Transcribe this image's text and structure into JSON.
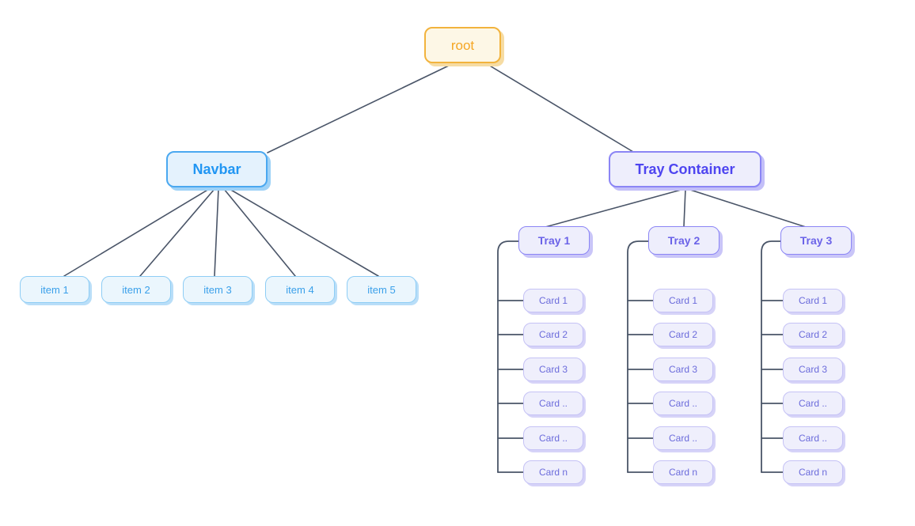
{
  "diagram": {
    "title": "component-tree",
    "background": "#ffffff",
    "edge_color": "#4a5568",
    "nodes": {
      "root": {
        "label": "root",
        "fill": "#fdf7e6",
        "border": "#f2b33d",
        "text_color": "#f5a623"
      },
      "navbar": {
        "label": "Navbar",
        "fill": "#e4f2fd",
        "border": "#4aa8f0",
        "text_color": "#2196f3"
      },
      "tray_container": {
        "label": "Tray Container",
        "fill": "#eeeefc",
        "border": "#8b85f5",
        "text_color": "#4e45f0"
      }
    },
    "nav_items": [
      {
        "label": "item 1"
      },
      {
        "label": "item 2"
      },
      {
        "label": "item 3"
      },
      {
        "label": "item 4"
      },
      {
        "label": "item 5"
      }
    ],
    "nav_item_style": {
      "fill": "#ebf6fd",
      "border": "#8ecdf5",
      "text_color": "#3aa0ea"
    },
    "tray_style": {
      "fill": "#eeeefc",
      "border": "#8b85f5",
      "text_color": "#6b63e8"
    },
    "card_style": {
      "fill": "#efeffc",
      "border": "#c5c2f5",
      "text_color": "#6b6bdb"
    },
    "trays": [
      {
        "label": "Tray 1",
        "cards": [
          {
            "label": "Card 1"
          },
          {
            "label": "Card 2"
          },
          {
            "label": "Card 3"
          },
          {
            "label": "Card .."
          },
          {
            "label": "Card .."
          },
          {
            "label": "Card n"
          }
        ]
      },
      {
        "label": "Tray 2",
        "cards": [
          {
            "label": "Card 1"
          },
          {
            "label": "Card 2"
          },
          {
            "label": "Card 3"
          },
          {
            "label": "Card .."
          },
          {
            "label": "Card .."
          },
          {
            "label": "Card n"
          }
        ]
      },
      {
        "label": "Tray 3",
        "cards": [
          {
            "label": "Card 1"
          },
          {
            "label": "Card 2"
          },
          {
            "label": "Card 3"
          },
          {
            "label": "Card .."
          },
          {
            "label": "Card .."
          },
          {
            "label": "Card n"
          }
        ]
      }
    ]
  }
}
